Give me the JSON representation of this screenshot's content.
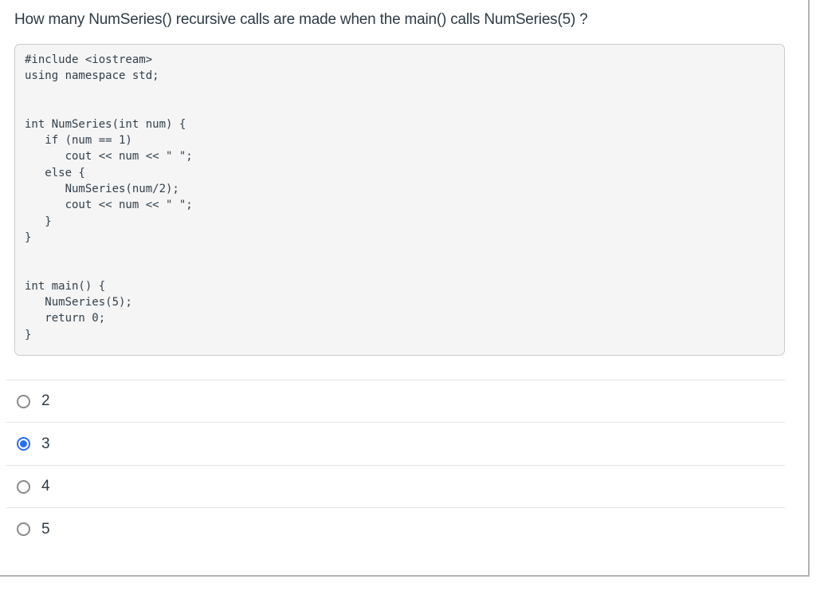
{
  "question": {
    "text": "How many NumSeries() recursive calls are made when the main() calls NumSeries(5) ?"
  },
  "code_block": {
    "language": "cpp",
    "code": "#include <iostream>\nusing namespace std;\n\n\nint NumSeries(int num) {\n   if (num == 1)\n      cout << num << \" \";\n   else {\n      NumSeries(num/2);\n      cout << num << \" \";\n   }\n}\n\n\nint main() {\n   NumSeries(5);\n   return 0;\n}"
  },
  "options": [
    {
      "label": "2",
      "selected": false
    },
    {
      "label": "3",
      "selected": true
    },
    {
      "label": "4",
      "selected": false
    },
    {
      "label": "5",
      "selected": false
    }
  ],
  "colors": {
    "accent_blue": "#2a6fe8",
    "text": "#2d3b45",
    "code_background": "#f5f5f6",
    "code_border": "#c9cdd1",
    "divider": "#e4e4e4",
    "panel_border": "#b3b3b3"
  }
}
